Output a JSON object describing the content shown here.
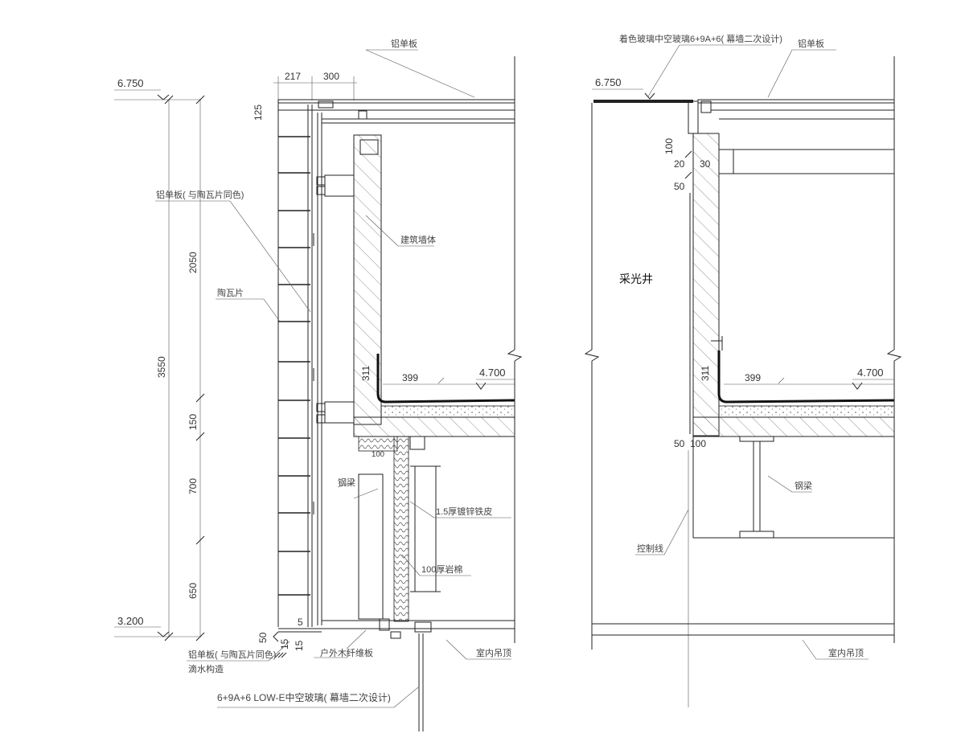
{
  "left_detail": {
    "elev_top": "6.750",
    "elev_bottom": "3.200",
    "elev_slab": "4.700",
    "dim_top_217": "217",
    "dim_top_300": "300",
    "dim_125": "125",
    "dim_total": "3550",
    "dim_2050": "2050",
    "dim_150": "150",
    "dim_700": "700",
    "dim_650": "650",
    "dim_311": "311",
    "dim_399": "399",
    "dim_100": "100",
    "dim_50": "50",
    "dim_5": "5",
    "dim_15": "15",
    "dim_15b": "15",
    "label_aluminum_panel": "铝单板",
    "label_aluminum_tile_color": "铝单板( 与陶瓦片同色)",
    "label_ceramic_tile": "陶瓦片",
    "label_building_wall": "建筑墙体",
    "label_steel_beam": "钢梁",
    "label_galvanized_sheet": "1.5厚镀锌铁皮",
    "label_rock_wool": "100厚岩棉",
    "label_bottom_panel": "铝单板( 与陶瓦片同色)",
    "label_drip": "滴水构造",
    "label_wood_fiber": "户外木纤维板",
    "label_ceiling": "室内吊顶",
    "label_glass": "6+9A+6 LOW-E中空玻璃( 幕墙二次设计)"
  },
  "right_detail": {
    "elev_top": "6.750",
    "elev_slab": "4.700",
    "label_tinted_glass": "着色玻璃中空玻璃6+9A+6( 幕墙二次设计)",
    "label_aluminum_panel": "铝单板",
    "label_lightwell": "采光井",
    "dim_100": "100",
    "dim_20": "20",
    "dim_30": "30",
    "dim_50": "50",
    "dim_311": "311",
    "dim_399": "399",
    "dim_50b": "50",
    "dim_100b": "100",
    "label_steel_beam": "钢梁",
    "label_control_line": "控制线",
    "label_ceiling": "室内吊顶"
  },
  "colors": {
    "line": "#222222",
    "label": "#444444",
    "background": "#ffffff"
  }
}
